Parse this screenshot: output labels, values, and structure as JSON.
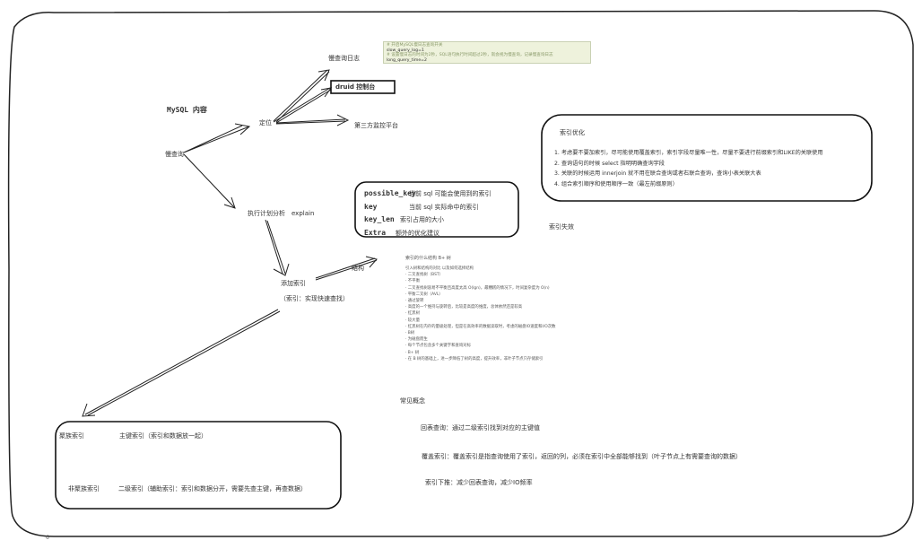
{
  "nodes": {
    "mysql": "MySQL 内容",
    "slow_query": "慢查询",
    "locate": "定位",
    "slow_log": "慢查询日志",
    "druid": "druid 控制台",
    "third_party": "第三方监控平台",
    "explain": "执行计划分析　explain",
    "add_index": "添加索引",
    "index_desc": "（索引：实现快速查找）",
    "structure": "结构",
    "index_opt": "索引优化",
    "index_fail": "索引失效",
    "concepts": "常见概念"
  },
  "note_lines": [
    "# 开启MySQL慢日志查询开关",
    "slow_query_log=1",
    "# 设置慢日志的时间为2秒，SQL语句执行时间超过2秒，就会视为慢查询，记录慢查询日志",
    "long_query_time=2"
  ],
  "explain_box": [
    {
      "k": "possible_key",
      "v": "当前 sql 可能会使用到的索引"
    },
    {
      "k": "key",
      "v": "当前 sql 实际命中的索引"
    },
    {
      "k": "key_len",
      "v": "索引占用的大小"
    },
    {
      "k": "Extra",
      "v": "额外的优化建议"
    }
  ],
  "opt_items": [
    "1.  考虑要不要加索引，尽可能使用覆盖索引，索引字段尽量唯一性，尽量不要进行前缀索引和LIKE的关联使用",
    "2.  查询语句的时候 select 指明明确查询字段",
    "3.  关联的时候运用 innerjoin 就不用在联合查询或者右联合查询，查询小表关联大表",
    "4.  组合索引顺序和使用顺序一致（最左前缀原则）"
  ],
  "structure_title": "索引的什么结构 B+ 树",
  "structure_lines": [
    "引入树和结构的对比 以及如何选择结构",
    "· 二叉查找树（BST）",
    "  · 不平衡",
    "  · 二叉查找树容易不平衡且高度太高 O(lgn)，最糟糕的情况下，时间复杂度为 O(n)",
    "· 平衡二叉树（AVL）",
    "  · 通过旋转",
    "  · 高度的一个维持与旋转后，比较是高度的维度，总体依然还是较高",
    "· 红黑树",
    "  · 较大量",
    "  · 红黑树在内存的量级处理，但是在高效率的数据读取时，考虑的磁盘IO速度和I/O次数",
    "· B树",
    "  · 为磁盘而生",
    "  · 每个节点包含多个关键字和查询对标",
    "· B+ 树",
    "  · 在 B 树的基础上，进一步降低了树的高度，提升效率，非叶子节点只存储索引"
  ],
  "clustered_box": [
    {
      "k": "聚族索引",
      "v": "主键索引（索引和数据放一起）"
    },
    {
      "k": "非聚族索引",
      "v": "二级索引（辅助索引：索引和数据分开，需要先查主键，再查数据）"
    }
  ],
  "concept_lines": [
    "回表查询：通过二级索引找到对应的主键值",
    "覆盖索引：覆盖索引是指查询使用了索引，返回的列，必须在索引中全部能够找到（叶子节点上有需要查询的数据）",
    "索引下推：减少回表查询，减少IO频率"
  ],
  "corner_mark": "6"
}
